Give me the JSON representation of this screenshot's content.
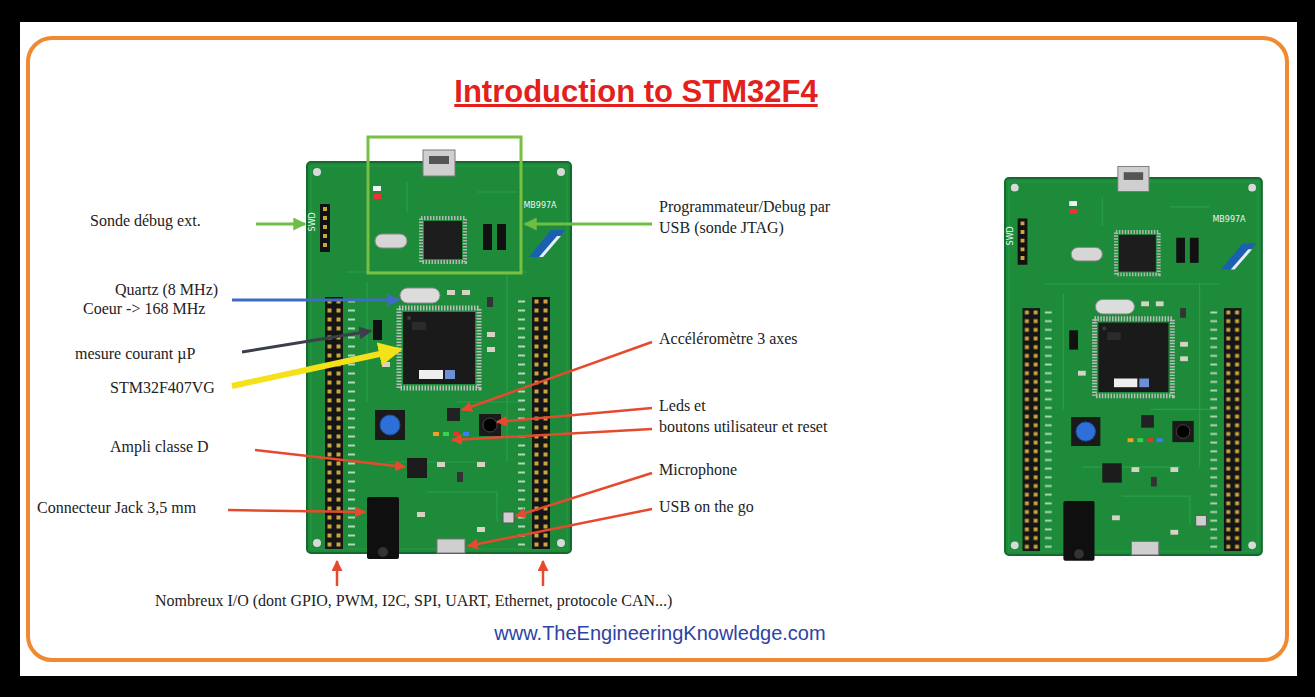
{
  "diagram": {
    "title": "Introduction to STM32F4",
    "labels": [
      "Sonde débug ext.",
      "Quartz (8 MHz)",
      "Coeur -> 168 MHz",
      "mesure courant µP",
      "STM32F407VG",
      "Ampli classe D",
      "Connecteur Jack 3,5 mm",
      "Programmateur/Debug par",
      "USB (sonde JTAG)",
      "Accéléromètre 3 axes",
      "Leds et",
      "boutons utilisateur et reset",
      "Microphone",
      "USB on the go",
      "Nombreux I/O (dont GPIO, PWM, I2C, SPI, UART, Ethernet, protocole CAN...)",
      "www.TheEngineeringKnowledge.com",
      "SWD",
      "MB997A",
      "SWD",
      "MB997A"
    ]
  }
}
